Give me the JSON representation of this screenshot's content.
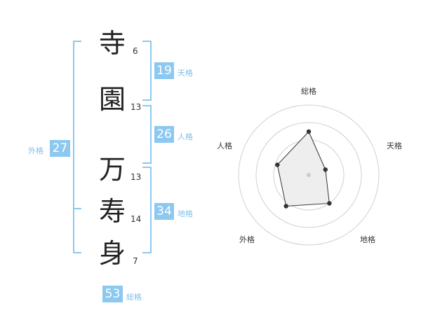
{
  "name_chars": [
    {
      "char": "寺",
      "strokes": "6"
    },
    {
      "char": "園",
      "strokes": "13"
    },
    {
      "char": "万",
      "strokes": "13"
    },
    {
      "char": "寿",
      "strokes": "14"
    },
    {
      "char": "身",
      "strokes": "7"
    }
  ],
  "fortunes": {
    "tenkaku": {
      "value": "19",
      "label": "天格"
    },
    "jinkaku": {
      "value": "26",
      "label": "人格"
    },
    "chikaku": {
      "value": "34",
      "label": "地格"
    },
    "gaikaku": {
      "value": "27",
      "label": "外格"
    },
    "soukaku": {
      "value": "53",
      "label": "総格"
    }
  },
  "colors": {
    "accent": "#8cc8ef",
    "radar_fill": "#eeeeee",
    "radar_line": "#333333"
  },
  "chart_data": {
    "type": "radar",
    "axes": [
      "総格",
      "天格",
      "地格",
      "外格",
      "人格"
    ],
    "values": [
      0.62,
      0.25,
      0.5,
      0.55,
      0.47
    ],
    "max": 1,
    "rings": 4
  }
}
